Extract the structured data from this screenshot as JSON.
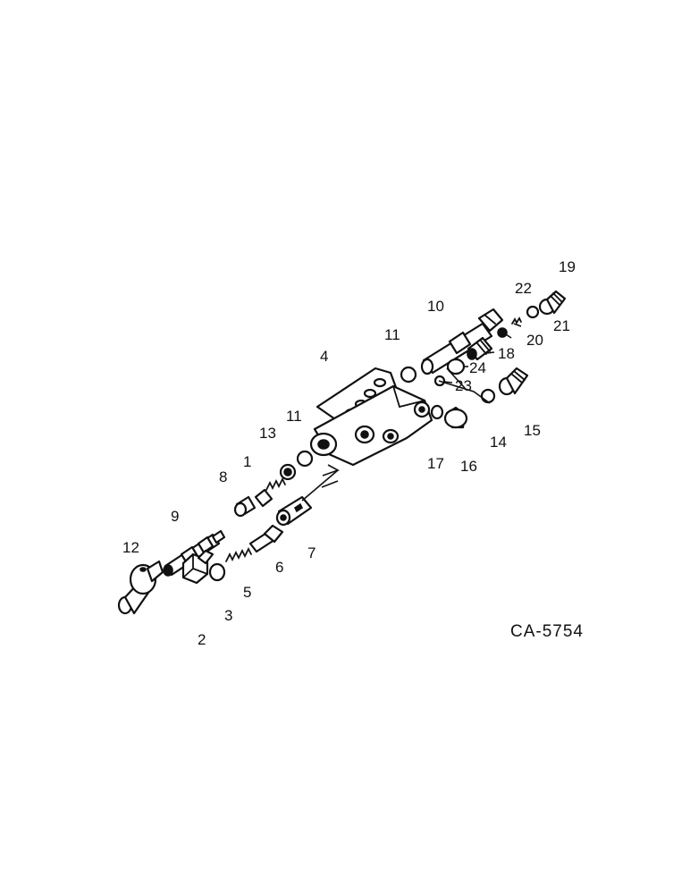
{
  "drawing_code": "CA-5754",
  "callouts": [
    {
      "id": "1",
      "label": "1"
    },
    {
      "id": "2",
      "label": "2"
    },
    {
      "id": "3",
      "label": "3"
    },
    {
      "id": "4",
      "label": "4"
    },
    {
      "id": "5",
      "label": "5"
    },
    {
      "id": "6",
      "label": "6"
    },
    {
      "id": "7",
      "label": "7"
    },
    {
      "id": "8",
      "label": "8"
    },
    {
      "id": "9",
      "label": "9"
    },
    {
      "id": "10",
      "label": "10"
    },
    {
      "id": "11a",
      "label": "11"
    },
    {
      "id": "11b",
      "label": "11"
    },
    {
      "id": "12",
      "label": "12"
    },
    {
      "id": "13",
      "label": "13"
    },
    {
      "id": "14",
      "label": "14"
    },
    {
      "id": "15",
      "label": "15"
    },
    {
      "id": "16",
      "label": "16"
    },
    {
      "id": "17",
      "label": "17"
    },
    {
      "id": "18",
      "label": "18"
    },
    {
      "id": "19",
      "label": "19"
    },
    {
      "id": "20",
      "label": "20"
    },
    {
      "id": "21",
      "label": "21"
    },
    {
      "id": "22",
      "label": "22"
    },
    {
      "id": "23",
      "label": "23"
    },
    {
      "id": "24",
      "label": "24"
    }
  ]
}
